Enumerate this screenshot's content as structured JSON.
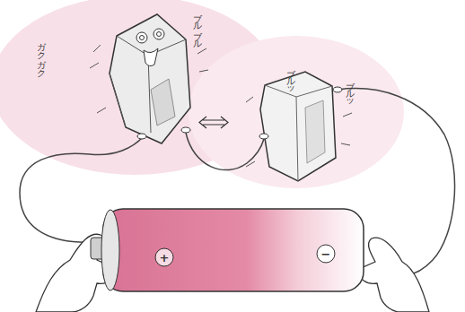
{
  "diagram": {
    "nodes": [
      {
        "text": [
          "+",
          "−"
        ]
      }
    ],
    "labels": [
      "ガクガク",
      "ブルブル",
      "ブルッ",
      "ブルッ"
    ]
  }
}
